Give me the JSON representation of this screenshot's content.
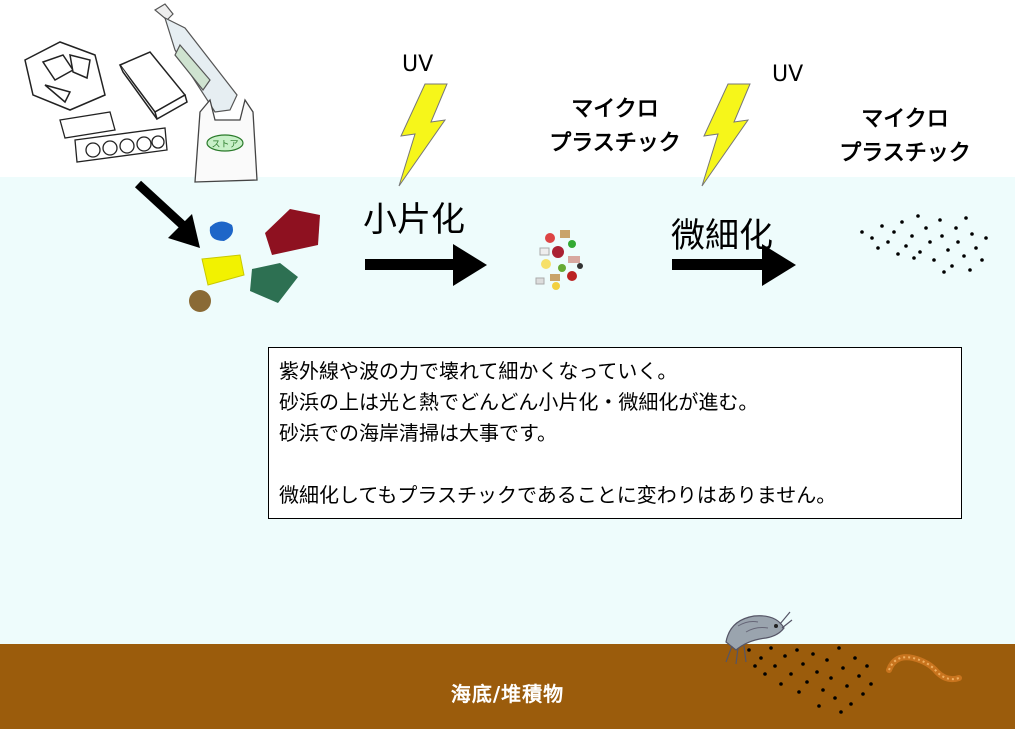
{
  "labels": {
    "uv_1": "UV",
    "uv_2": "UV",
    "microplastic_1": [
      "マイクロ",
      "プラスチック"
    ],
    "microplastic_2": [
      "マイクロ",
      "プラスチック"
    ],
    "fragmentation": "小片化",
    "micronization": "微細化",
    "seabed": "海底/堆積物",
    "bag_text": "ストア"
  },
  "textbox": {
    "lines": [
      "紫外線や波の力で壊れて細かくなっていく。",
      "砂浜の上は光と熱でどんどん小片化・微細化が進む。",
      "砂浜での海岸清掃は大事です。",
      "",
      "微細化してもプラスチックであることに変わりはありません。"
    ]
  },
  "colors": {
    "sea": "#eefcfc",
    "seabed": "#9b5c0c",
    "lightning": "#f6f61a",
    "arrow": "#000000"
  }
}
